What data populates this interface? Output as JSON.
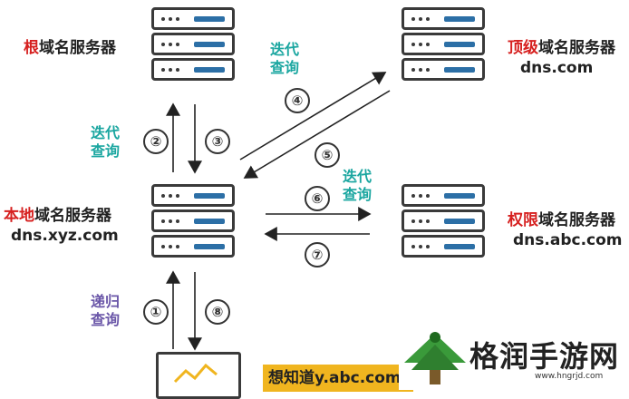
{
  "servers": {
    "root": {
      "highlight": "根",
      "rest": "域名服务器"
    },
    "tld": {
      "highlight": "顶级",
      "rest": "域名服务器",
      "host": "dns.com"
    },
    "local": {
      "highlight": "本地",
      "rest": "域名服务器",
      "host": "dns.xyz.com"
    },
    "auth": {
      "highlight": "权限",
      "rest": "域名服务器",
      "host": "dns.abc.com"
    }
  },
  "labels": {
    "iter": [
      "迭代",
      "查询"
    ],
    "recur": [
      "递归",
      "查询"
    ]
  },
  "steps": [
    "①",
    "②",
    "③",
    "④",
    "⑤",
    "⑥",
    "⑦",
    "⑧"
  ],
  "query": "想知道y.abc.com",
  "watermark": {
    "name": "格润手游网",
    "url": "www.hngrjd.com"
  },
  "colors": {
    "highlight": "#d6201f",
    "iterative": "#1aa6a0",
    "recursive": "#6a56a8",
    "query_bg": "#f0b51f",
    "server_bar": "#2c6fa6"
  }
}
